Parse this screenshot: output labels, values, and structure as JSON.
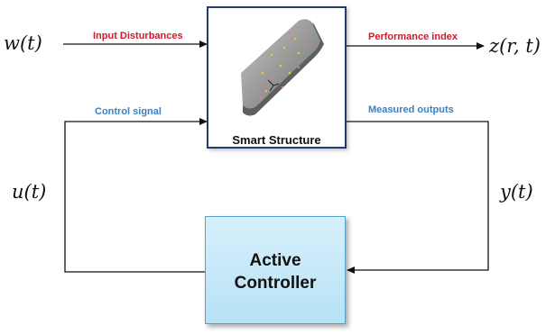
{
  "diagram": {
    "signals": {
      "w": "w(t)",
      "z": "z(r, t)",
      "u": "u(t)",
      "y": "y(t)"
    },
    "edge_labels": {
      "input": "Input Disturbances",
      "performance": "Performance index",
      "control": "Control signal",
      "measured": "Measured outputs"
    },
    "plant": {
      "title": "Smart Structure"
    },
    "controller": {
      "line1": "Active",
      "line2": "Controller"
    },
    "colors": {
      "red_label": "#d0192a",
      "blue_label": "#3b7fc4",
      "plant_border": "#1f3e6b",
      "controller_fill": "#c6e8f8",
      "controller_border": "#5aa0cc"
    }
  }
}
